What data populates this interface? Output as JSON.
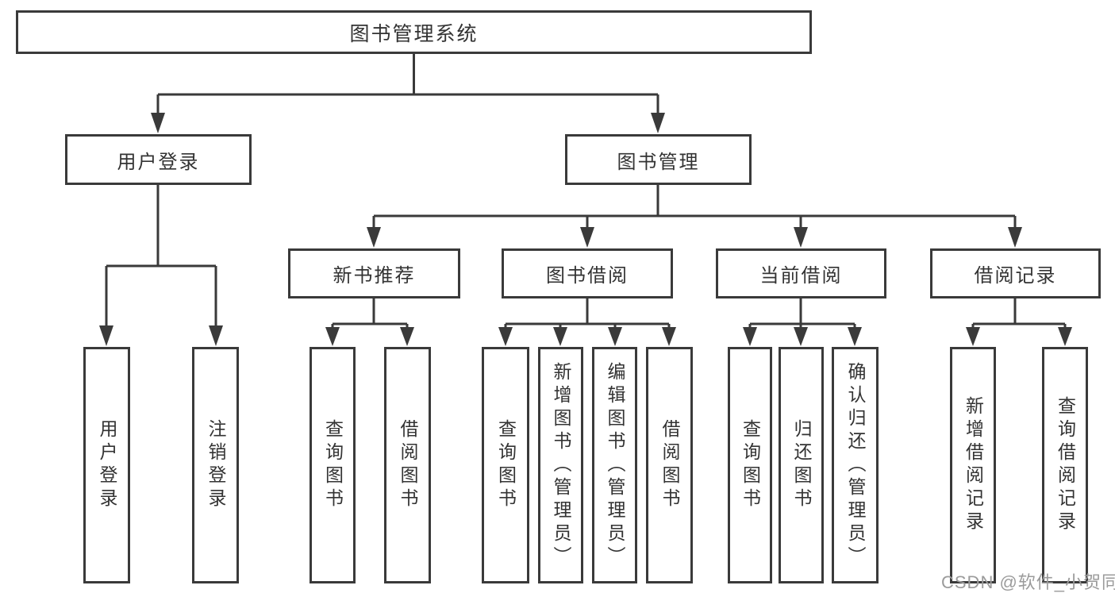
{
  "diagram": {
    "root": {
      "label": "图书管理系统"
    },
    "branches": [
      {
        "label": "用户登录",
        "children": [
          {
            "label": "用户登录"
          },
          {
            "label": "注销登录"
          }
        ]
      },
      {
        "label": "图书管理",
        "children": [
          {
            "label": "新书推荐",
            "children": [
              {
                "label": "查询图书"
              },
              {
                "label": "借阅图书"
              }
            ]
          },
          {
            "label": "图书借阅",
            "children": [
              {
                "label": "查询图书"
              },
              {
                "label": "新增图书（管理员）"
              },
              {
                "label": "编辑图书（管理员）"
              },
              {
                "label": "借阅图书"
              }
            ]
          },
          {
            "label": "当前借阅",
            "children": [
              {
                "label": "查询图书"
              },
              {
                "label": "归还图书"
              },
              {
                "label": "确认归还（管理员）"
              }
            ]
          },
          {
            "label": "借阅记录",
            "children": [
              {
                "label": "新增借阅记录"
              },
              {
                "label": "查询借阅记录"
              }
            ]
          }
        ]
      }
    ]
  },
  "watermark": {
    "text": "CSDN @软件_小贺同学"
  },
  "colors": {
    "line": "#3a3a3a",
    "text": "#333333",
    "background": "#ffffff",
    "watermark": "#9b9b9b"
  }
}
